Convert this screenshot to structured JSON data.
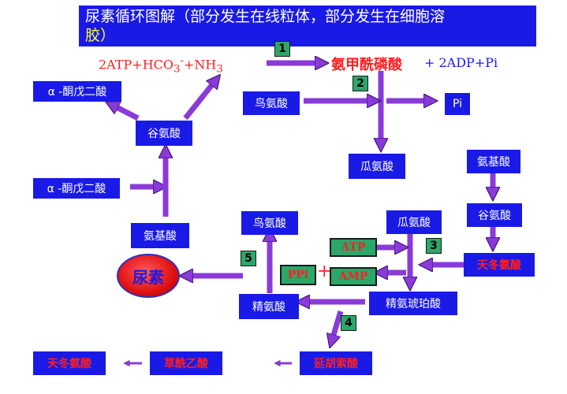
{
  "title": {
    "part1": "尿素循环图解（部分发生在线粒体，部分发生在细胞溶",
    "part2": "胶）"
  },
  "equation": {
    "reactants": "2ATP+HCO",
    "sub3": "3",
    "sup_minus": "-",
    "plus_nh": "+NH",
    "sub_nh3": "3",
    "product": "氨甲酰磷酸",
    "byproducts": " + 2ADP+Pi"
  },
  "steps": {
    "s1": "1",
    "s2": "2",
    "s3": "3",
    "s4": "4",
    "s5": "5"
  },
  "boxes": {
    "alpha_kg_top": "α -酮戊二酸",
    "glutamate_top": "谷氨酸",
    "alpha_kg_mid": "α -酮戊二酸",
    "amino_acid_left": "氨基酸",
    "ornithine_top": "鸟氨酸",
    "pi": "Pi",
    "citrulline_top": "瓜氨酸",
    "amino_acid_right": "氨基酸",
    "glutamate_right": "谷氨酸",
    "aspartate_right": "天冬氨酸",
    "ornithine_mid": "鸟氨酸",
    "citrulline_mid": "瓜氨酸",
    "atp": "ATP",
    "amp": "AMP",
    "ppi": "PPi",
    "plus": "+",
    "arginine": "精氨酸",
    "argininosuccinate": "精氨琥珀酸",
    "aspartate_bottom": "天冬氨酸",
    "oxaloacetate": "草酰乙酸",
    "fumarate": "延胡索酸",
    "urea": "尿素"
  },
  "colors": {
    "box_blue": "#1a1ae6",
    "arrow_purple": "#8a3ad8",
    "green": "#2aa86a",
    "red": "#ff2020",
    "title_yellow": "#ffff33"
  }
}
